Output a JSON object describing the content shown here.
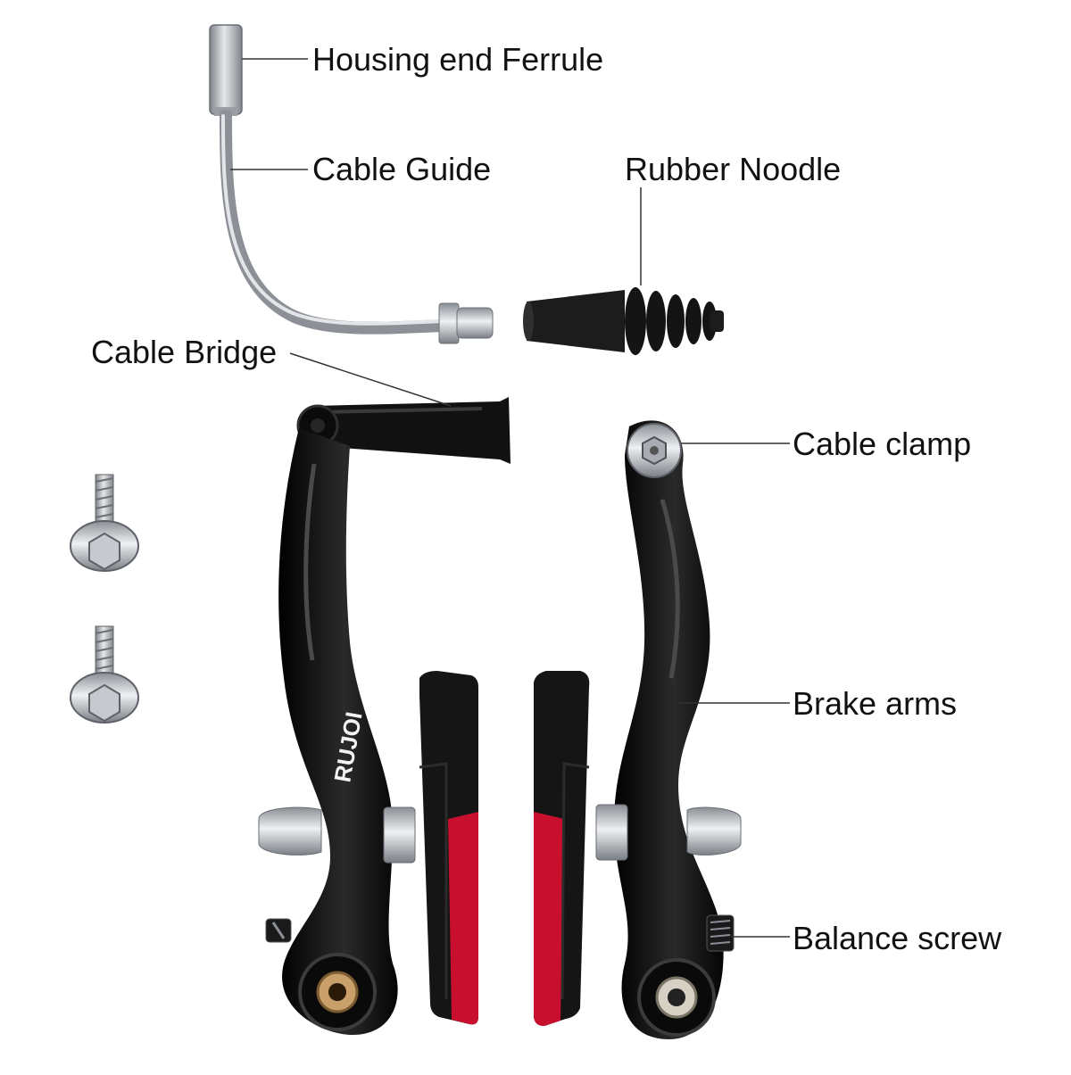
{
  "labels": {
    "housing_end_ferrule": "Housing end Ferrule",
    "cable_guide": "Cable Guide",
    "rubber_noodle": "Rubber Noodle",
    "cable_bridge": "Cable Bridge",
    "cable_clamp": "Cable clamp",
    "brake_arms": "Brake arms",
    "balance_screw": "Balance screw"
  },
  "brand": "RUJOI",
  "colors": {
    "arm_black": "#0d0d0d",
    "pad_red": "#c8102e",
    "metal_silver": "#b8bcc2",
    "leader_line": "#333333"
  }
}
